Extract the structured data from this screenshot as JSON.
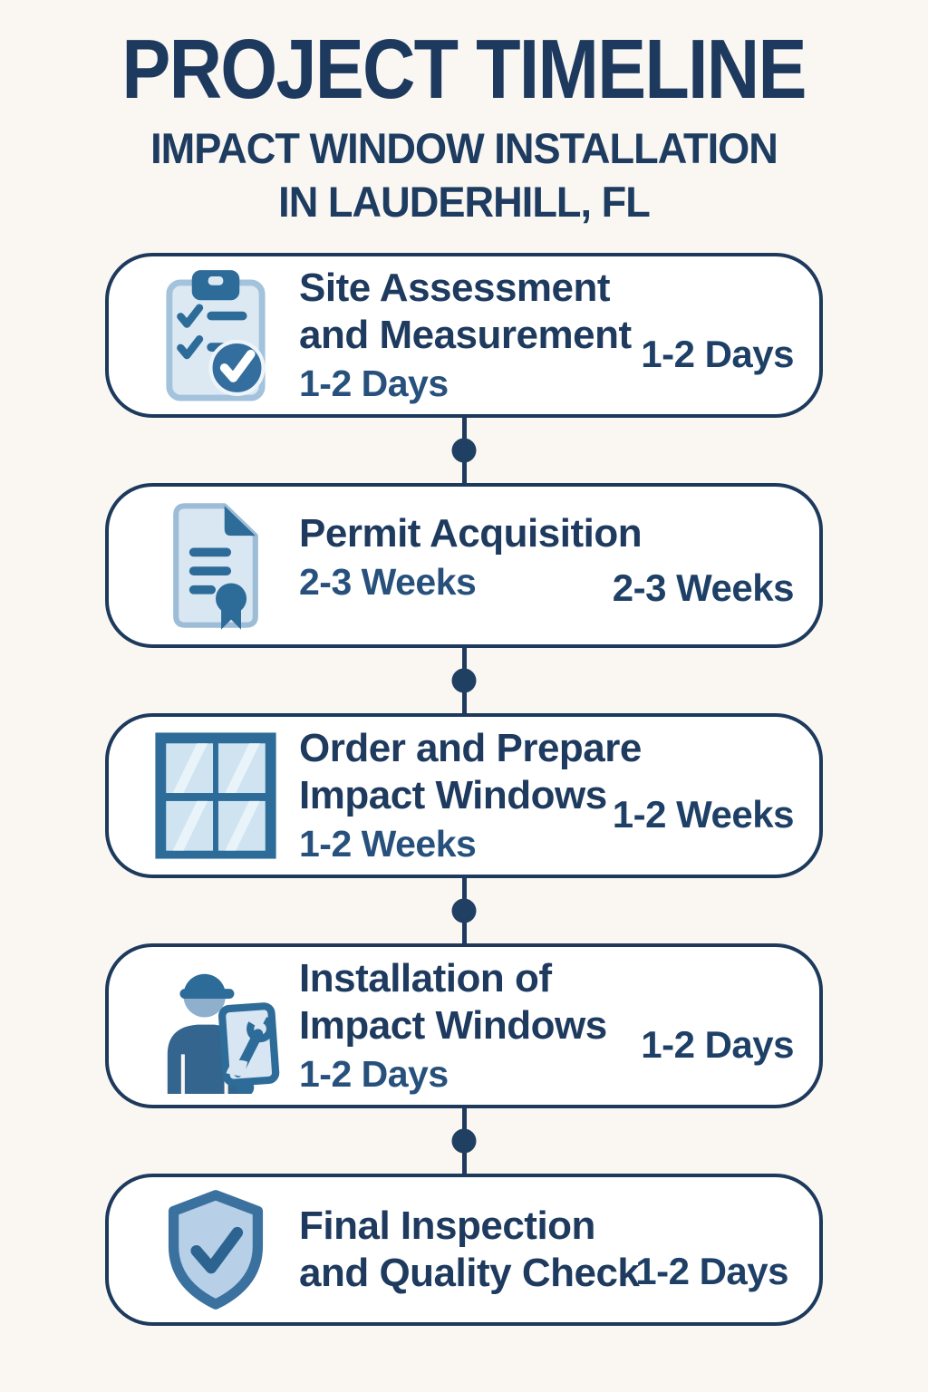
{
  "header": {
    "title": "PROJECT TIMELINE",
    "subtitle_line1": "IMPACT WINDOW INSTALLATION",
    "subtitle_line2": "IN LAUDERHILL, FL"
  },
  "colors": {
    "background": "#faf7f3",
    "card_background": "#ffffff",
    "navy_text": "#1e3a5e",
    "duration_text": "#27517c",
    "border": "#1d3a5c",
    "connector": "#1e3a5e",
    "icon_blue": "#2d6b99",
    "icon_light_blue": "#d9e7f3"
  },
  "steps": [
    {
      "icon": "clipboard-checklist-icon",
      "title_line1": "Site Assessment",
      "title_line2": "and Measurement",
      "duration": "1-2 Days",
      "duration_right": "1-2 Days"
    },
    {
      "icon": "permit-document-icon",
      "title_line1": "Permit Acquisition",
      "title_line2": "",
      "duration": "2-3 Weeks",
      "duration_right": "2-3 Weeks"
    },
    {
      "icon": "impact-window-icon",
      "title_line1": "Order and Prepare",
      "title_line2": "Impact Windows",
      "duration": "1-2 Weeks",
      "duration_right": "1-2 Weeks"
    },
    {
      "icon": "installer-worker-icon",
      "title_line1": "Installation of",
      "title_line2": "Impact Windows",
      "duration": "1-2 Days",
      "duration_right": "1-2 Days"
    },
    {
      "icon": "shield-check-icon",
      "title_line1": "Final Inspection",
      "title_line2": "and Quality Check",
      "duration": "",
      "duration_right": "1-2 Days"
    }
  ]
}
